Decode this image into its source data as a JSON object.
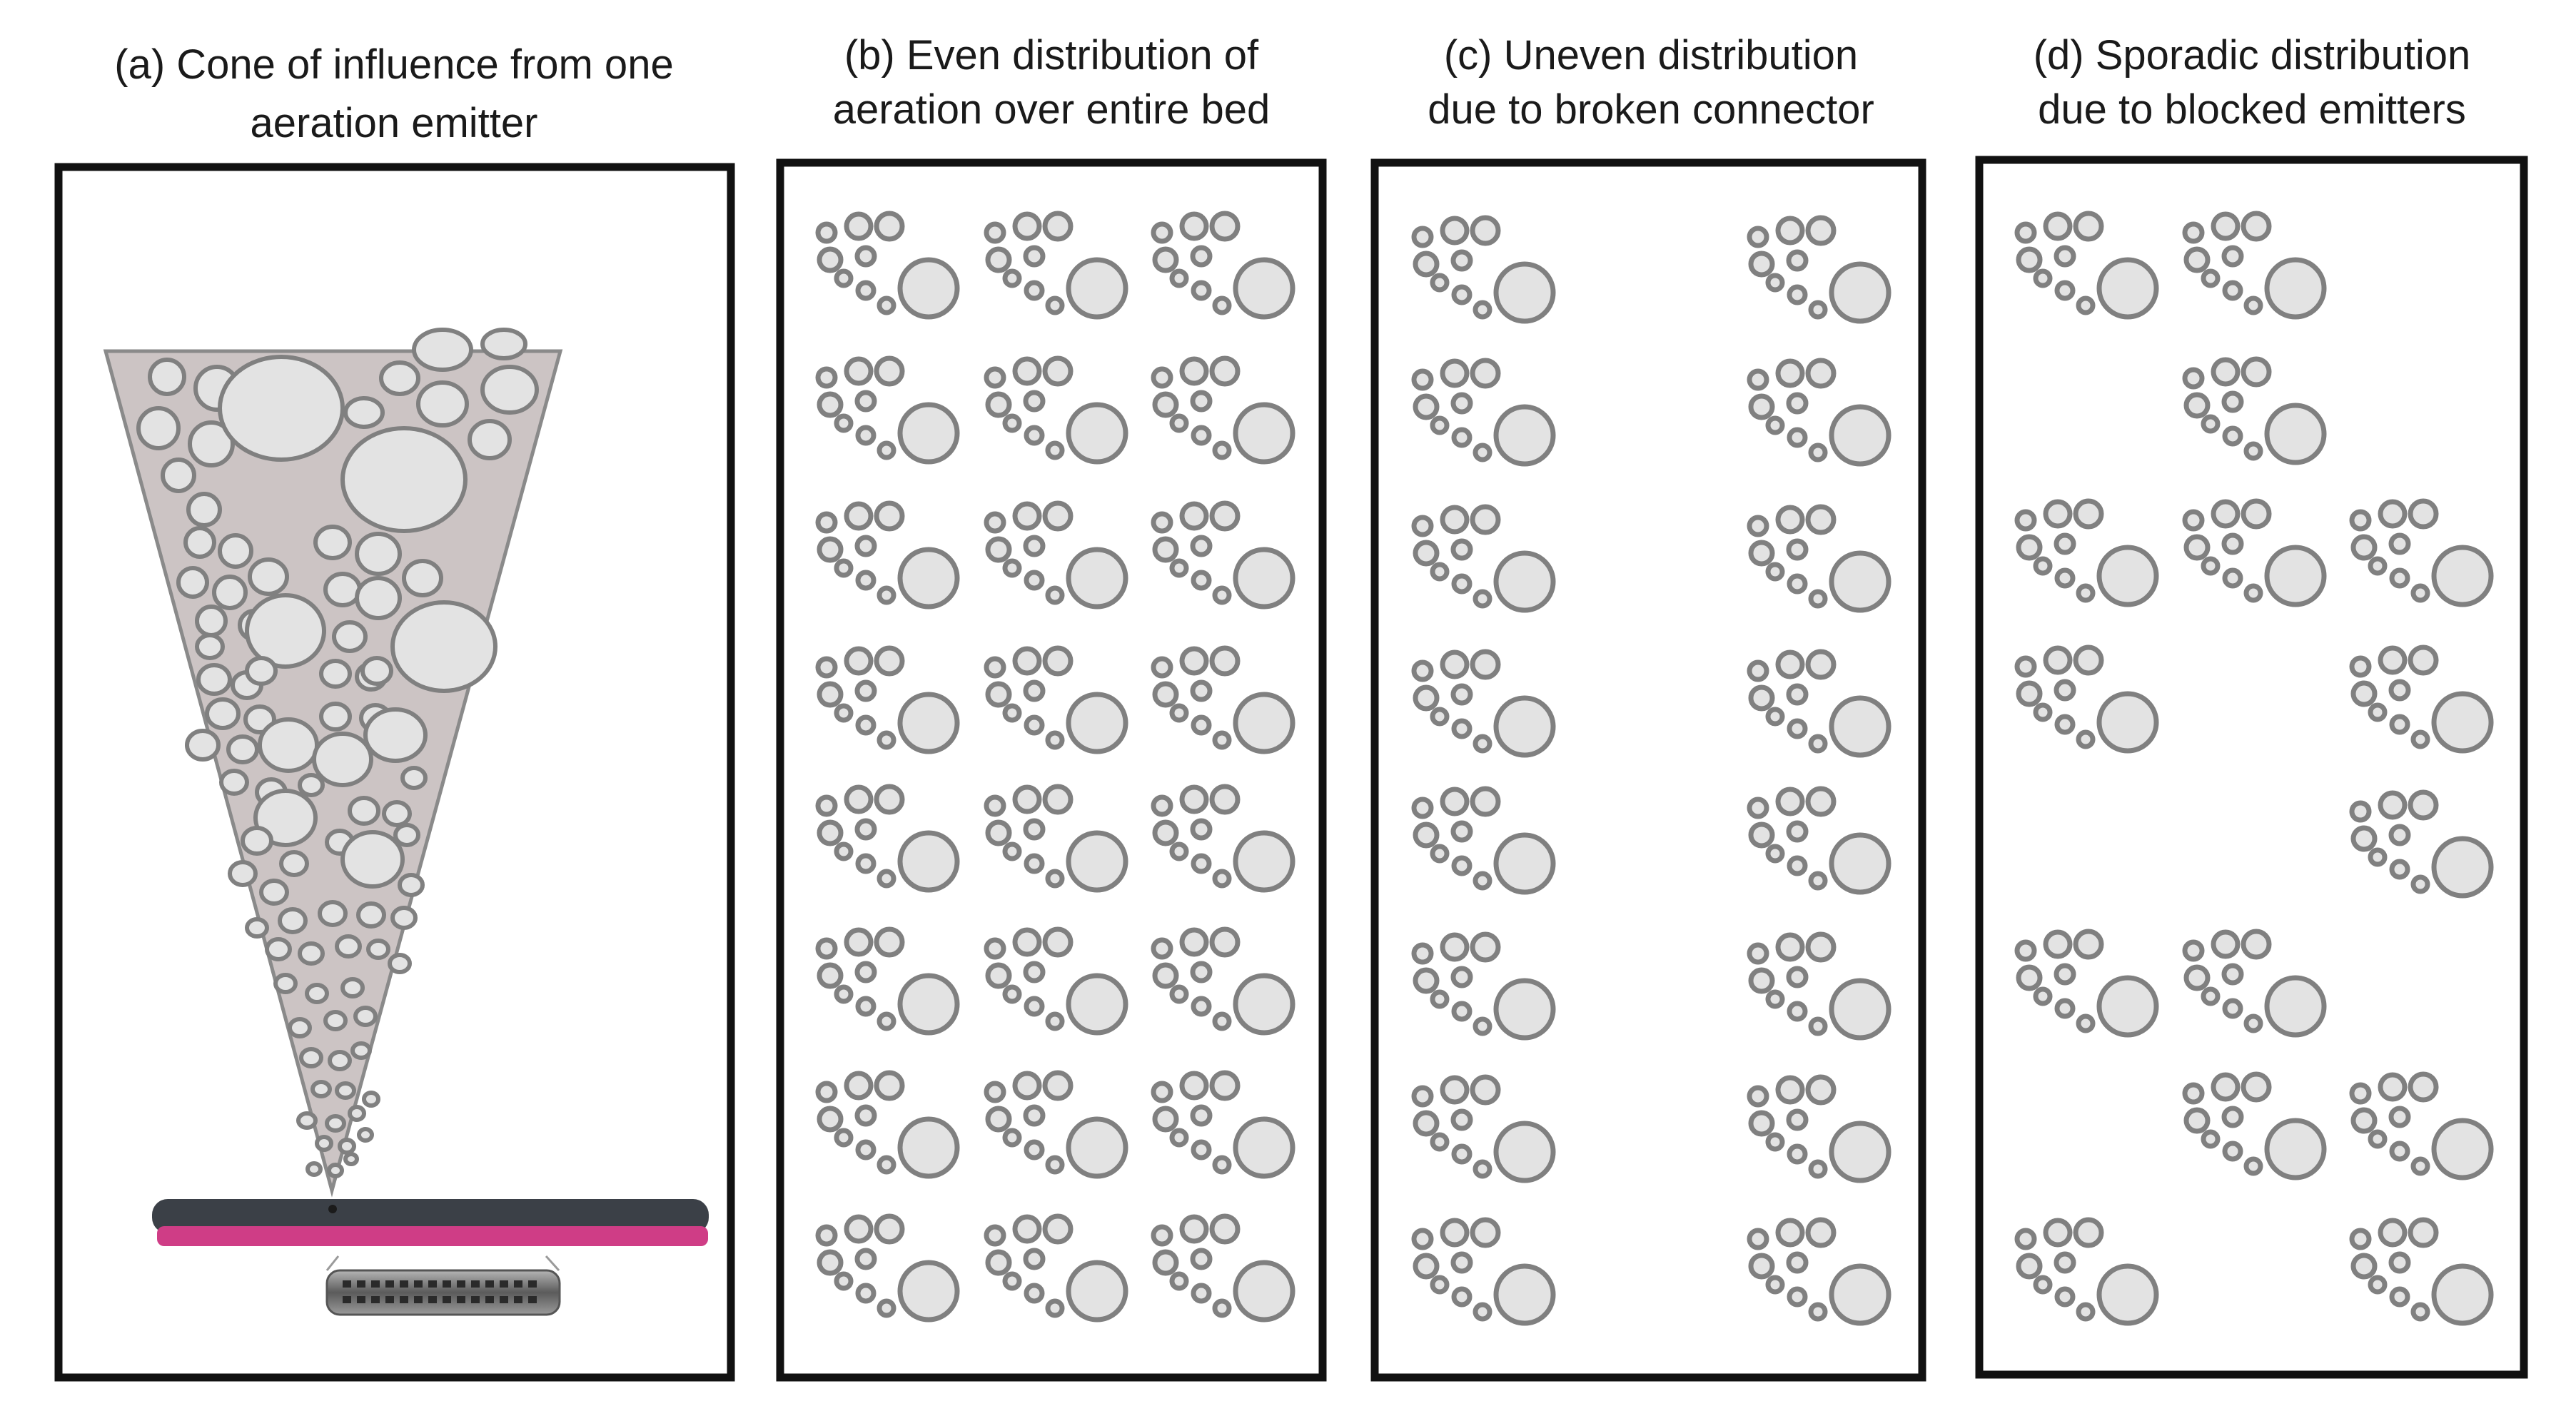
{
  "panels": [
    {
      "id": "a",
      "title_lines": [
        "(a) Cone of influence from one",
        "aeration emitter"
      ]
    },
    {
      "id": "b",
      "title_lines": [
        "(b) Even distribution of",
        "aeration over entire bed"
      ]
    },
    {
      "id": "c",
      "title_lines": [
        "(c) Uneven distribution",
        "due to broken connector"
      ]
    },
    {
      "id": "d",
      "title_lines": [
        "(d) Sporadic distribution",
        "due to blocked emitters"
      ]
    }
  ],
  "grids": {
    "b": {
      "cols": 3,
      "rows": 8,
      "present": [
        [
          1,
          1,
          1
        ],
        [
          1,
          1,
          1
        ],
        [
          1,
          1,
          1
        ],
        [
          1,
          1,
          1
        ],
        [
          1,
          1,
          1
        ],
        [
          1,
          1,
          1
        ],
        [
          1,
          1,
          1
        ],
        [
          1,
          1,
          1
        ]
      ]
    },
    "c": {
      "cols": 3,
      "rows": 8,
      "present": [
        [
          1,
          0,
          1
        ],
        [
          1,
          0,
          1
        ],
        [
          1,
          0,
          1
        ],
        [
          1,
          0,
          1
        ],
        [
          1,
          0,
          1
        ],
        [
          1,
          0,
          1
        ],
        [
          1,
          0,
          1
        ],
        [
          1,
          0,
          1
        ]
      ]
    },
    "d": {
      "cols": 3,
      "rows": 8,
      "present": [
        [
          1,
          1,
          0
        ],
        [
          0,
          1,
          0
        ],
        [
          1,
          1,
          1
        ],
        [
          1,
          0,
          1
        ],
        [
          0,
          0,
          1
        ],
        [
          1,
          1,
          0
        ],
        [
          0,
          1,
          1
        ],
        [
          1,
          0,
          1
        ]
      ]
    }
  },
  "colors": {
    "bubble_fill": "#e3e3e3",
    "bubble_stroke": "#808080",
    "cone_fill": "#ccc4c4",
    "cone_stroke": "#8a8a8a",
    "frame": "#111111",
    "pipe_dark": "#3b4047",
    "pipe_accent": "#cf3d86",
    "emitter": "#8a8a8a"
  }
}
